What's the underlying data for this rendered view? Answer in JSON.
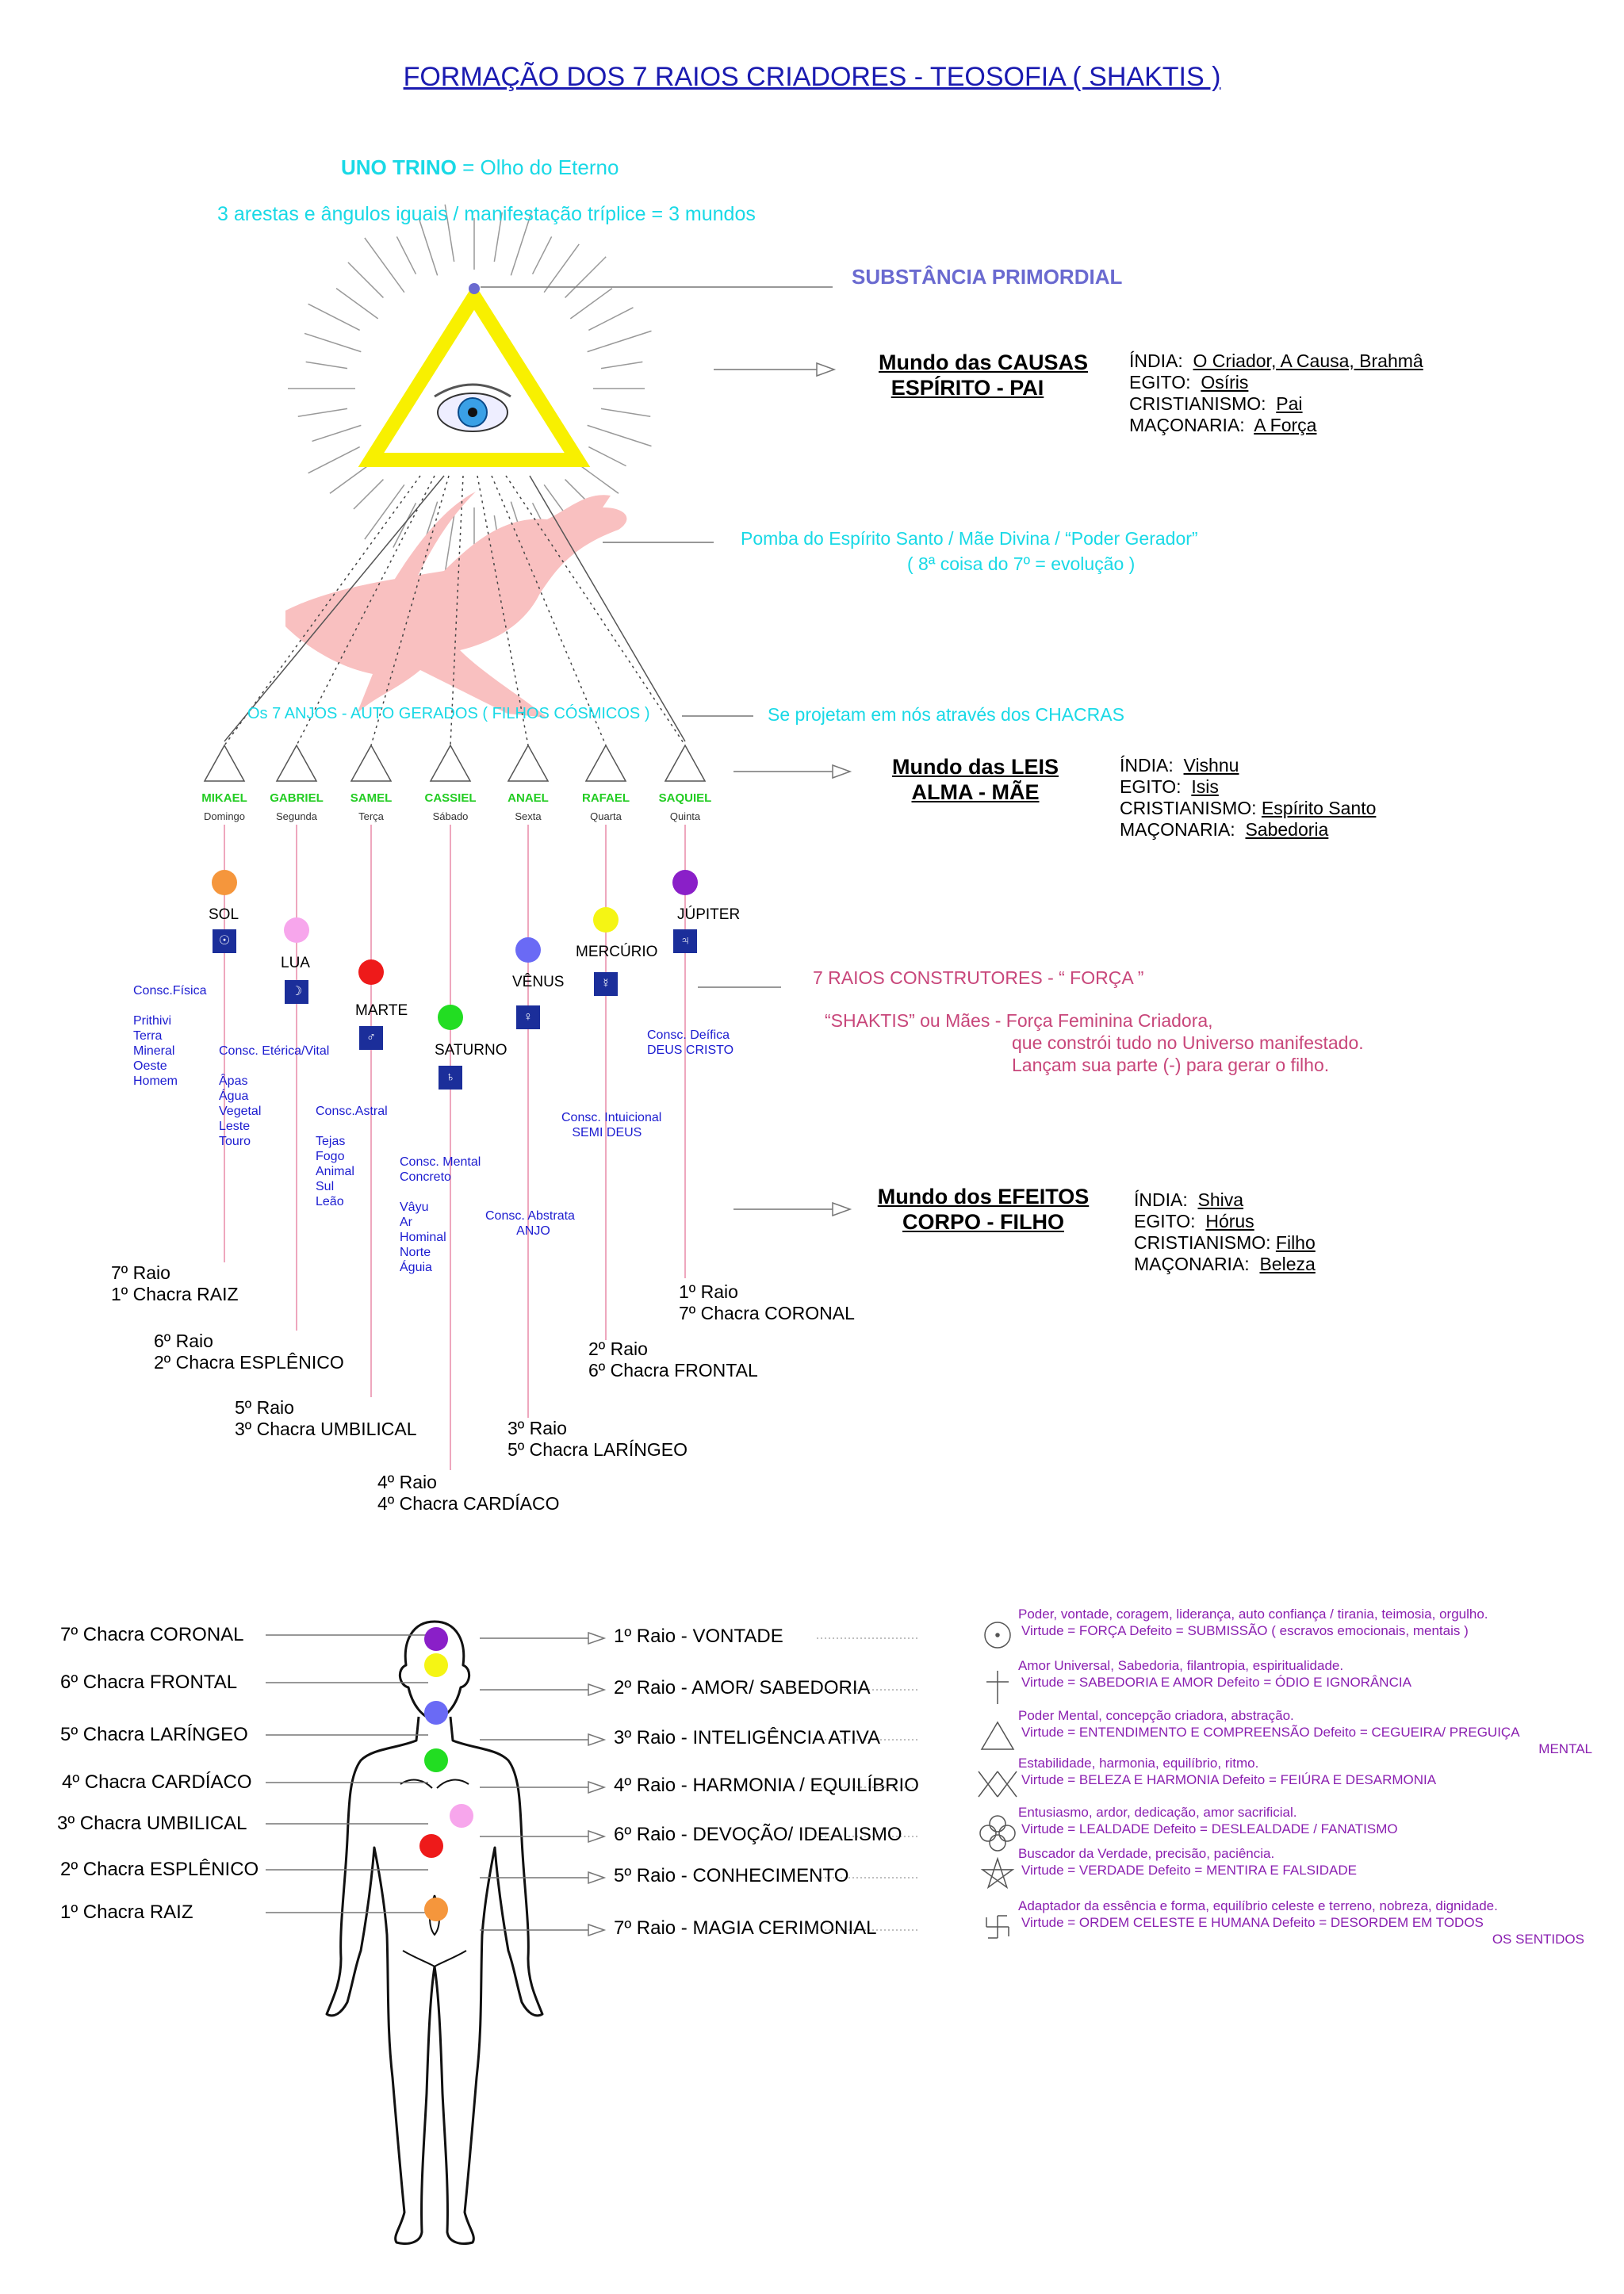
{
  "title": "FORMAÇÃO  DOS  7  RAIOS CRIADORES - TEOSOFIA ( SHAKTIS )",
  "uno_trino": {
    "label": "UNO TRINO",
    "rest": " = Olho do Eterno"
  },
  "arestas": "3 arestas e ângulos iguais  / manifestação tríplice = 3 mundos",
  "substancia": "SUBSTÂNCIA  PRIMORDIAL",
  "worlds": [
    {
      "title": "Mundo das CAUSAS",
      "sub": "ESPÍRITO - PAI",
      "rel": [
        {
          "k": "ÍNDIA:",
          "v": "O Criador, A Causa, Brahmâ"
        },
        {
          "k": "EGITO:",
          "v": "Osíris"
        },
        {
          "k": "CRISTIANISMO:",
          "v": "Pai"
        },
        {
          "k": "MAÇONARIA:",
          "v": "A Força"
        }
      ]
    },
    {
      "title": "Mundo das LEIS",
      "sub": "ALMA - MÃE",
      "rel": [
        {
          "k": "ÍNDIA:",
          "v": "Vishnu"
        },
        {
          "k": "EGITO:",
          "v": "Isis"
        },
        {
          "k": "CRISTIANISMO:",
          "v": "Espírito Santo"
        },
        {
          "k": "MAÇONARIA:",
          "v": "Sabedoria"
        }
      ]
    },
    {
      "title": "Mundo dos EFEITOS",
      "sub": "CORPO - FILHO",
      "rel": [
        {
          "k": "ÍNDIA:",
          "v": "Shiva"
        },
        {
          "k": "EGITO:",
          "v": "Hórus"
        },
        {
          "k": "CRISTIANISMO:",
          "v": "Filho"
        },
        {
          "k": "MAÇONARIA:",
          "v": "Beleza"
        }
      ]
    }
  ],
  "pomba": {
    "line1": "Pomba do Espírito Santo  /  Mãe Divina  /  “Poder Gerador”",
    "line2": "( 8ª coisa do 7º = evolução )"
  },
  "anjos_label": "Os 7 ANJOS - AUTO GERADOS ( FILHOS CÓSMICOS )",
  "projetam": "Se projetam em nós através dos CHACRAS",
  "angels": [
    {
      "name": "MIKAEL",
      "day": "Domingo",
      "planet": "SOL",
      "glyph": "☉",
      "color": "#f5963c"
    },
    {
      "name": "GABRIEL",
      "day": "Segunda",
      "planet": "LUA",
      "glyph": "☽",
      "color": "#f7a6ec"
    },
    {
      "name": "SAMEL",
      "day": "Terça",
      "planet": "MARTE",
      "glyph": "♂",
      "color": "#ee1a1a"
    },
    {
      "name": "CASSIEL",
      "day": "Sábado",
      "planet": "SATURNO",
      "glyph": "♄",
      "color": "#22dd22"
    },
    {
      "name": "ANAEL",
      "day": "Sexta",
      "planet": "VÊNUS",
      "glyph": "♀",
      "color": "#6a6af5"
    },
    {
      "name": "RAFAEL",
      "day": "Quarta",
      "planet": "MERCÚRIO",
      "glyph": "☿",
      "color": "#f5f514"
    },
    {
      "name": "SAQUIEL",
      "day": "Quinta",
      "planet": "JÚPITER",
      "glyph": "♃",
      "color": "#8a1fc8"
    }
  ],
  "construtores": "7 RAIOS CONSTRUTORES - “ FORÇA ”",
  "shaktis": [
    "“SHAKTIS” ou Mães - Força Feminina Criadora,",
    "que constrói tudo no Universo manifestado.",
    "Lançam sua parte (-) para gerar o filho."
  ],
  "consc": [
    "Consc.Física\n\nPrithivi\nTerra\nMineral\nOeste\nHomem",
    "Consc. Etérica/Vital\n\nÂpas\nÁgua\nVegetal\nLeste\nTouro",
    "Consc.Astral\n\nTejas\nFogo\nAnimal\nSul\nLeão",
    "Consc. Mental\nConcreto\n\nVâyu\nAr\nHominal\nNorte\nÁguia",
    "Consc. Abstrata\n         ANJO",
    "Consc. Intuicional\n   SEMI DEUS",
    "Consc. Deífica\nDEUS CRISTO"
  ],
  "raios": [
    "7º Raio\n1º Chacra RAIZ",
    "6º Raio\n2º Chacra ESPLÊNICO",
    "5º Raio\n3º Chacra UMBILICAL",
    "4º Raio\n4º Chacra CARDÍACO",
    "3º Raio\n5º Chacra LARÍNGEO",
    "2º Raio\n6º Chacra FRONTAL",
    "1º Raio\n7º Chacra CORONAL"
  ],
  "chakras": [
    "7º Chacra CORONAL",
    "6º Chacra FRONTAL",
    "5º Chacra LARÍNGEO",
    "4º Chacra CARDÍACO",
    "3º Chacra UMBILICAL",
    "2º Chacra ESPLÊNICO",
    "1º Chacra RAIZ"
  ],
  "body_dots": [
    "#8a1fc8",
    "#f5f514",
    "#6a6af5",
    "#22dd22",
    "#f7a6ec",
    "#ee1a1a",
    "#f5963c"
  ],
  "rays": [
    {
      "label": "1º Raio - VONTADE",
      "symbol": "circle-dot-icon",
      "l1": "Poder, vontade, coragem, liderança, auto confiança / tirania, teimosia, orgulho.",
      "l2": "Virtude = FORÇA      Defeito = SUBMISSÃO ( escravos emocionais, mentais )",
      "l3": ""
    },
    {
      "label": "2º Raio - AMOR/ SABEDORIA",
      "symbol": "cross-icon",
      "l1": "Amor Universal, Sabedoria, filantropia, espiritualidade.",
      "l2": "Virtude = SABEDORIA E AMOR      Defeito = ÓDIO E IGNORÂNCIA",
      "l3": ""
    },
    {
      "label": "3º Raio - INTELIGÊNCIA  ATIVA",
      "symbol": "triangle-icon",
      "l1": "Poder Mental, concepção criadora, abstração.",
      "l2": "Virtude = ENTENDIMENTO E COMPREENSÃO   Defeito = CEGUEIRA/ PREGUIÇA",
      "l3": "MENTAL"
    },
    {
      "label": "4º Raio - HARMONIA / EQUILÍBRIO",
      "symbol": "double-x-icon",
      "l1": "Estabilidade, harmonia, equilíbrio, ritmo.",
      "l2": "Virtude = BELEZA E HARMONIA      Defeito = FEIÚRA E DESARMONIA",
      "l3": ""
    },
    {
      "label": "6º Raio - DEVOÇÃO/ IDEALISMO",
      "symbol": "quatrefoil-icon",
      "l1": "Entusiasmo, ardor, dedicação, amor sacrificial.",
      "l2": "Virtude = LEALDADE      Defeito = DESLEALDADE / FANATISMO",
      "l3": ""
    },
    {
      "label": "5º Raio - CONHECIMENTO",
      "symbol": "star-icon",
      "l1": "Buscador da Verdade, precisão, paciência.",
      "l2": "Virtude = VERDADE      Defeito = MENTIRA E FALSIDADE",
      "l3": ""
    },
    {
      "label": "7º Raio - MAGIA CERIMONIAL",
      "symbol": "swastika-icon",
      "l1": "Adaptador da essência e forma, equilíbrio celeste e terreno, nobreza, dignidade.",
      "l2": "Virtude = ORDEM CELESTE E HUMANA     Defeito = DESORDEM EM TODOS",
      "l3": "OS SENTIDOS"
    }
  ],
  "colors": {
    "title": "#1a1ab0",
    "cyan": "#19d9e6",
    "triangle": "#f8f000",
    "purple_text": "#8a1fb0",
    "consc_blue": "#1c1cd0",
    "pink_text": "#c8467a",
    "angel_green": "#22cc22",
    "dove": "#f9c0c0"
  }
}
